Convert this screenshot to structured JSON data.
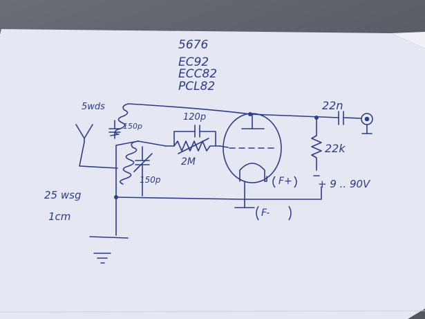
{
  "tube_types": [
    "5676",
    "EC92",
    "ECC82",
    "PCL82"
  ],
  "labels": {
    "aerial_coil": "5wds",
    "trim_cap": "150p",
    "grid_cap": "120p",
    "grid_resistor": "2M",
    "tuning_cap": "150p",
    "coil_spec_1": "25 wsg",
    "coil_spec_2": "1cm",
    "coupling_cap": "22n",
    "plate_resistor": "22k",
    "heater_plus": "F+",
    "heater_minus": "F-",
    "supply": "+ 9 .. 90V"
  },
  "colors": {
    "ink": "#2d3c86",
    "paper": "#e6e8f4"
  }
}
